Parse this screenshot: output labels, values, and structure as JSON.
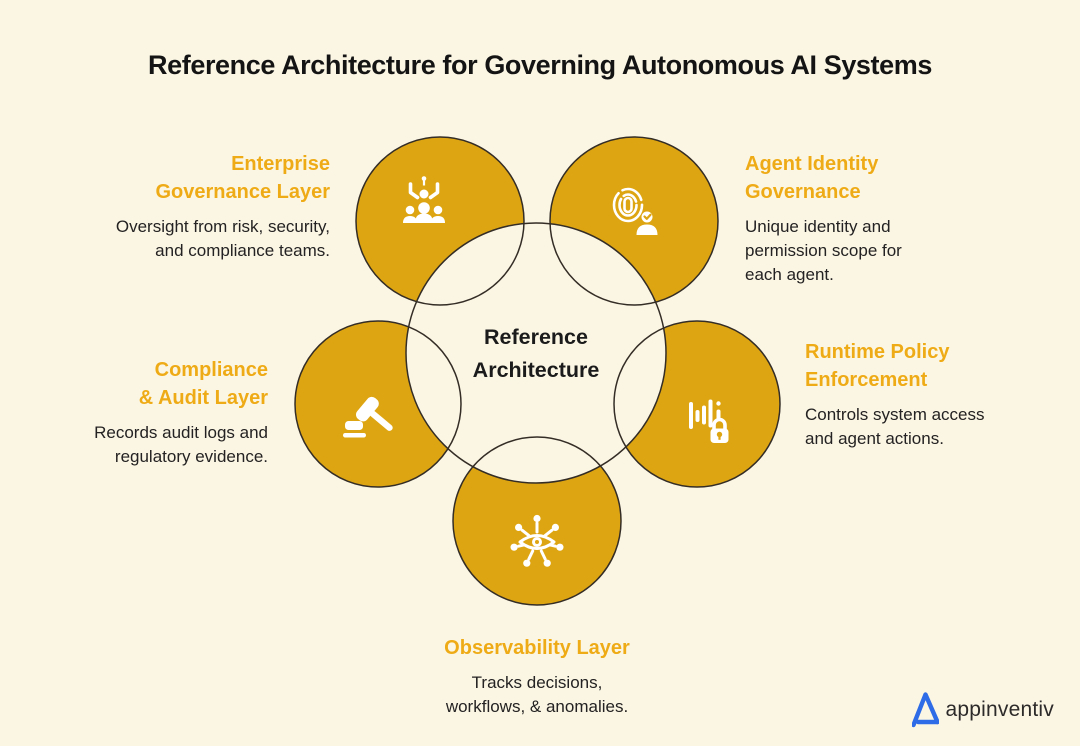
{
  "title": "Reference Architecture for Governing Autonomous AI Systems",
  "center_label": "Reference\nArchitecture",
  "nodes": {
    "enterprise": {
      "heading": "Enterprise\nGovernance Layer",
      "desc": "Oversight from risk, security,\nand compliance teams.",
      "icon": "org-hierarchy-robot-icon"
    },
    "identity": {
      "heading": "Agent Identity\nGovernance",
      "desc": "Unique identity and\npermission scope for\neach agent.",
      "icon": "fingerprint-user-icon"
    },
    "compliance": {
      "heading": "Compliance\n& Audit Layer",
      "desc": "Records audit logs and\nregulatory evidence.",
      "icon": "gavel-icon"
    },
    "runtime": {
      "heading": "Runtime Policy\nEnforcement",
      "desc": "Controls system access\nand agent actions.",
      "icon": "waveform-lock-icon"
    },
    "observability": {
      "heading": "Observability Layer",
      "desc": "Tracks decisions,\nworkflows, & anomalies.",
      "icon": "eye-network-icon"
    }
  },
  "colors": {
    "background": "#FBF6E4",
    "circle_gold": "#DEA512",
    "heading_gold": "#EFAB16",
    "text_dark": "#242222",
    "circle_outline": "#332D26",
    "logo_blue": "#2E6BE6"
  },
  "logo": {
    "text": "appinventiv"
  }
}
